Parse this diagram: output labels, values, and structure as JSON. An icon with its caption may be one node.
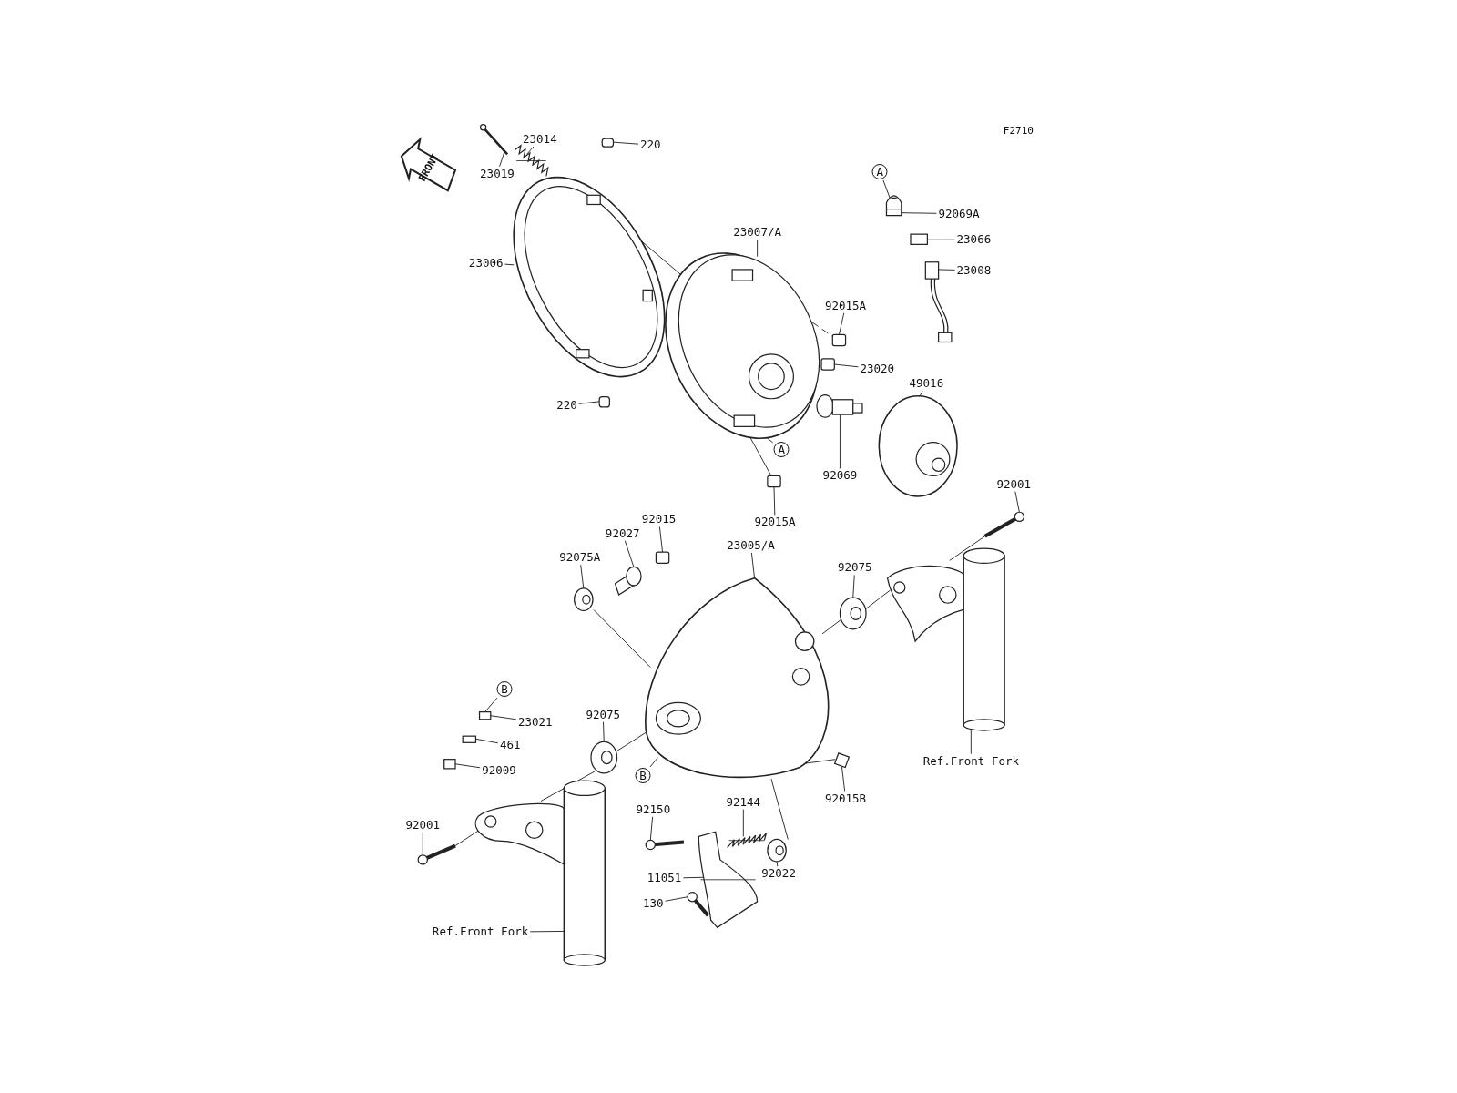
{
  "diagram": {
    "nodes": [
      {
        "text": [
          "23019"
        ]
      },
      {
        "text": [
          "23014"
        ]
      },
      {
        "text": [
          "220"
        ]
      },
      {
        "text": [
          "23006"
        ]
      },
      {
        "text": [
          "23007/A"
        ]
      },
      {
        "text": [
          "A"
        ]
      },
      {
        "text": [
          "92069A"
        ]
      },
      {
        "text": [
          "23066"
        ]
      },
      {
        "text": [
          "23008"
        ]
      },
      {
        "text": [
          "92015A"
        ]
      },
      {
        "text": [
          "23020"
        ]
      },
      {
        "text": [
          "220"
        ]
      },
      {
        "text": [
          "49016"
        ]
      },
      {
        "text": [
          "A"
        ]
      },
      {
        "text": [
          "92069"
        ]
      },
      {
        "text": [
          "92015A"
        ]
      },
      {
        "text": [
          "92015"
        ]
      },
      {
        "text": [
          "92027"
        ]
      },
      {
        "text": [
          "23005/A"
        ]
      },
      {
        "text": [
          "92075A"
        ]
      },
      {
        "text": [
          "92001"
        ]
      },
      {
        "text": [
          "92075"
        ]
      },
      {
        "text": [
          "B"
        ]
      },
      {
        "text": [
          "23021"
        ]
      },
      {
        "text": [
          "461"
        ]
      },
      {
        "text": [
          "92009"
        ]
      },
      {
        "text": [
          "92075"
        ]
      },
      {
        "text": [
          "B"
        ]
      },
      {
        "text": [
          "92015B"
        ]
      },
      {
        "text": [
          "Ref.Front Fork"
        ]
      },
      {
        "text": [
          "92001"
        ]
      },
      {
        "text": [
          "92150"
        ]
      },
      {
        "text": [
          "92144"
        ]
      },
      {
        "text": [
          "92022"
        ]
      },
      {
        "text": [
          "11051"
        ]
      },
      {
        "text": [
          "130"
        ]
      },
      {
        "text": [
          "Ref.Front Fork"
        ]
      },
      {
        "text": [],
        "shape": "picture"
      },
      {
        "text": [],
        "shape": "picture"
      },
      {
        "text": [],
        "shape": "box"
      },
      {
        "text": [],
        "shape": "picture"
      },
      {
        "text": [],
        "shape": "picture"
      },
      {
        "text": [],
        "shape": "picture"
      },
      {
        "text": [],
        "shape": "box"
      },
      {
        "text": [],
        "shape": "picture"
      },
      {
        "text": [],
        "shape": "box"
      },
      {
        "text": [],
        "shape": "box"
      },
      {
        "text": [],
        "shape": "box"
      },
      {
        "text": [],
        "shape": "picture"
      },
      {
        "text": [],
        "shape": "picture"
      },
      {
        "text": [],
        "shape": "box"
      },
      {
        "text": [],
        "shape": "box"
      },
      {
        "text": [],
        "shape": "picture"
      },
      {
        "text": [],
        "shape": "picture"
      },
      {
        "text": [],
        "shape": "picture"
      },
      {
        "text": [],
        "shape": "picture"
      },
      {
        "text": [],
        "shape": "picture"
      },
      {
        "text": [],
        "shape": "picture"
      },
      {
        "text": [],
        "shape": "box"
      },
      {
        "text": [],
        "shape": "box"
      },
      {
        "text": [],
        "shape": "box"
      },
      {
        "text": [],
        "shape": "picture"
      },
      {
        "text": [],
        "shape": "box"
      },
      {
        "text": [],
        "shape": "picture"
      },
      {
        "text": [],
        "shape": "picture"
      },
      {
        "text": [],
        "shape": "picture"
      },
      {
        "text": [],
        "shape": "picture"
      },
      {
        "text": [],
        "shape": "picture"
      },
      {
        "text": [],
        "shape": "picture"
      },
      {
        "text": [],
        "shape": "picture"
      }
    ],
    "edges": [
      {
        "from": 0,
        "to": 37,
        "arrow": "none"
      },
      {
        "from": 1,
        "to": 38,
        "arrow": "none"
      },
      {
        "from": 2,
        "to": 39,
        "arrow": "none"
      },
      {
        "from": 3,
        "to": 40,
        "arrow": "none"
      },
      {
        "from": 4,
        "to": 41,
        "arrow": "none"
      },
      {
        "from": 5,
        "to": 42,
        "arrow": "none"
      },
      {
        "from": 6,
        "to": 42,
        "arrow": "none"
      },
      {
        "from": 7,
        "to": 43,
        "arrow": "none"
      },
      {
        "from": 8,
        "to": 44,
        "arrow": "none"
      },
      {
        "from": 9,
        "to": 45,
        "arrow": "none"
      },
      {
        "from": 10,
        "to": 46,
        "arrow": "none"
      },
      {
        "from": 11,
        "to": 47,
        "arrow": "none"
      },
      {
        "from": 12,
        "to": 48,
        "arrow": "none"
      },
      {
        "from": 13,
        "to": 41,
        "arrow": "none"
      },
      {
        "from": 14,
        "to": 49,
        "arrow": "none"
      },
      {
        "from": 15,
        "to": 50,
        "arrow": "none"
      },
      {
        "from": 16,
        "to": 51,
        "arrow": "none"
      },
      {
        "from": 17,
        "to": 52,
        "arrow": "none"
      },
      {
        "from": 18,
        "to": 53,
        "arrow": "none"
      },
      {
        "from": 19,
        "to": 54,
        "arrow": "none"
      },
      {
        "from": 20,
        "to": 55,
        "arrow": "none"
      },
      {
        "from": 21,
        "to": 56,
        "arrow": "none"
      },
      {
        "from": 22,
        "to": 58,
        "arrow": "none"
      },
      {
        "from": 23,
        "to": 58,
        "arrow": "none"
      },
      {
        "from": 24,
        "to": 59,
        "arrow": "none"
      },
      {
        "from": 25,
        "to": 60,
        "arrow": "none"
      },
      {
        "from": 26,
        "to": 61,
        "arrow": "none"
      },
      {
        "from": 27,
        "to": 53,
        "arrow": "none"
      },
      {
        "from": 28,
        "to": 62,
        "arrow": "none"
      },
      {
        "from": 29,
        "to": 57,
        "arrow": "none"
      },
      {
        "from": 30,
        "to": 64,
        "arrow": "none"
      },
      {
        "from": 31,
        "to": 65,
        "arrow": "none"
      },
      {
        "from": 32,
        "to": 66,
        "arrow": "none"
      },
      {
        "from": 33,
        "to": 67,
        "arrow": "none"
      },
      {
        "from": 34,
        "to": 68,
        "arrow": "none"
      },
      {
        "from": 35,
        "to": 69,
        "arrow": "none"
      },
      {
        "from": 36,
        "to": 63,
        "arrow": "none"
      },
      {
        "from": 40,
        "to": 41,
        "arrow": "none"
      },
      {
        "from": 41,
        "to": 45,
        "arrow": "none",
        "style": "dashed"
      },
      {
        "from": 41,
        "to": 50,
        "arrow": "none"
      },
      {
        "from": 54,
        "to": 53,
        "arrow": "none"
      },
      {
        "from": 53,
        "to": 56,
        "arrow": "none"
      },
      {
        "from": 61,
        "to": 53,
        "arrow": "none"
      },
      {
        "from": 63,
        "to": 61,
        "arrow": "none"
      },
      {
        "from": 53,
        "to": 67,
        "arrow": "none"
      },
      {
        "from": 53,
        "to": 62,
        "arrow": "none"
      },
      {
        "from": 56,
        "to": 57,
        "arrow": "none"
      },
      {
        "from": 55,
        "to": 57,
        "arrow": "none"
      },
      {
        "from": 64,
        "to": 63,
        "arrow": "none"
      }
    ],
    "labels": [
      "FRONT",
      "F2710"
    ]
  }
}
